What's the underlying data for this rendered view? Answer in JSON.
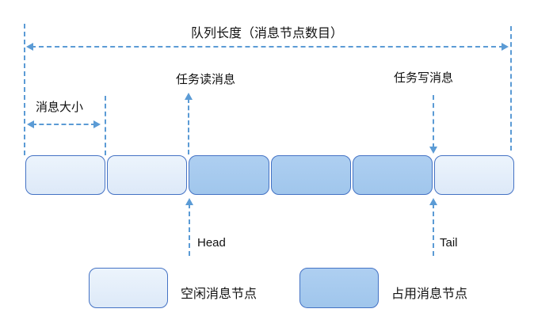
{
  "title": "队列长度（消息节点数目）",
  "labels": {
    "message_size": "消息大小",
    "task_read": "任务读消息",
    "task_write": "任务写消息",
    "head": "Head",
    "tail": "Tail"
  },
  "queue": {
    "nodes": [
      {
        "state": "free"
      },
      {
        "state": "free"
      },
      {
        "state": "occupied"
      },
      {
        "state": "occupied"
      },
      {
        "state": "occupied"
      },
      {
        "state": "free"
      }
    ]
  },
  "legend": {
    "free": {
      "state": "free",
      "label": "空闲消息节点"
    },
    "occupied": {
      "state": "occupied",
      "label": "占用消息节点"
    }
  },
  "colors": {
    "node_border": "#4472c4",
    "free_fill": "#e4eefb",
    "occupied_fill": "#a6cbef",
    "arrow_dash": "#5b9bd5",
    "text": "#111111",
    "background": "#ffffff"
  }
}
